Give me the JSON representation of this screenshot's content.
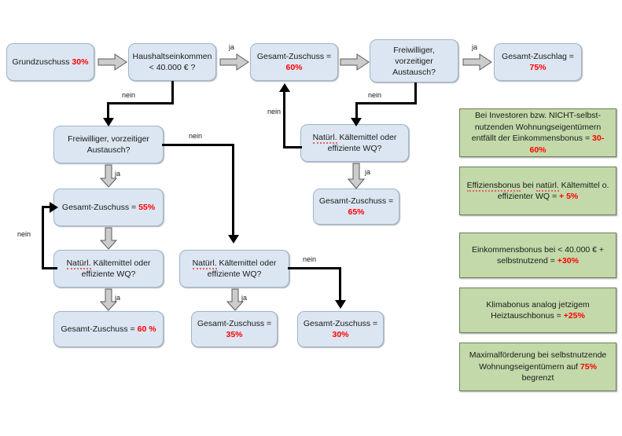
{
  "diagram": {
    "title": "Foerderung Flussdiagramm",
    "colors": {
      "node_fill": "#dce6f2",
      "node_border": "#9eb6cd",
      "note_fill": "#c3d9a9",
      "note_border": "#6f7f5c",
      "accent_red": "#ff0000",
      "connector": "#000000",
      "block_arrow": "#cccccc"
    },
    "nodes": {
      "grundzuschuss": {
        "line1_pre": "Grundzuschuss ",
        "line1_pct": "30%"
      },
      "haushaltseinkommen": {
        "line1": "Haushaltseinkommen",
        "line2": "< 40.000 € ?"
      },
      "gesamt60": {
        "line1": "Gesamt-Zuschuss =",
        "line2_pct": "60%"
      },
      "freiwillig_top": {
        "line1": "Freiwilliger,",
        "line2": "vorzeitiger",
        "line3": "Austausch?"
      },
      "zuschlag75": {
        "line1": "Gesamt-Zuschlag =",
        "line2_pct": "75%"
      },
      "kaeltemittel_right": {
        "line1a": "Natürl.",
        "line1b": " Kältemittel oder",
        "line2": "effiziente WQ?"
      },
      "gesamt65": {
        "line1": "Gesamt-Zuschuss =",
        "line2_pct": "65%"
      },
      "freiwillig_left": {
        "line1": "Freiwilliger, vorzeitiger",
        "line2": "Austausch?"
      },
      "gesamt55": {
        "line1_pre": "Gesamt-Zuschuss = ",
        "line1_pct": "55%"
      },
      "kaeltemittel_left": {
        "line1a": "Natürl.",
        "line1b": " Kältemittel oder",
        "line2": "effiziente WQ?"
      },
      "gesamt60b": {
        "line1_pre": "Gesamt-Zuschuss = ",
        "line1_pct": "60 %"
      },
      "kaeltemittel_mid": {
        "line1a": "Natürl.",
        "line1b": " Kältemittel oder",
        "line2": "effiziente WQ?"
      },
      "gesamt35": {
        "line1": "Gesamt-Zuschuss =",
        "line2_pct": "35%"
      },
      "gesamt30": {
        "line1": "Gesamt-Zuschuss =",
        "line2_pct": "30%"
      }
    },
    "edge_labels": {
      "ja_top1": "ja",
      "ja_top2": "ja",
      "nein_haushalt": "nein",
      "nein_freiwillig_top": "nein",
      "nein_kaeltemittel_right": "nein",
      "ja_kaeltemittel_right": "ja",
      "nein_freiwillig_left": "nein",
      "ja_freiwillig_left": "ja",
      "nein_kaeltemittel_left": "nein",
      "ja_kaeltemittel_left": "ja",
      "ja_kaeltemittel_mid": "ja",
      "nein_kaeltemittel_mid": "nein"
    },
    "notes": [
      {
        "id": "note-investoren",
        "line1": "Bei Investoren bzw. NICHT-selbst-",
        "line2": "nutzenden Wohnungseigentümern",
        "line3_pre": "entfällt der Einkommensbonus = ",
        "line3_pct": "30-60%"
      },
      {
        "id": "note-effizienzbonus",
        "line1a": "Effiziensbonus",
        "line1b": " bei ",
        "line1c": "natürl.",
        "line1d": " Kältemittel o.",
        "line2_pre": "effizienter WQ = ",
        "line2_pct": "+ 5%"
      },
      {
        "id": "note-einkommensbonus",
        "line1": "Einkommensbonus bei < 40.000 € +",
        "line2_pre": "selbstnutzend = ",
        "line2_pct": "+30%"
      },
      {
        "id": "note-klimabonus",
        "line1": "Klimabonus analog jetzigem",
        "line2_pre": "Heiztauschbonus = ",
        "line2_pct": "+25%"
      },
      {
        "id": "note-maximalfoerderung",
        "line1": "Maximalförderung bei selbstnutzende",
        "line2_pre": "Wohnungseigentümern auf ",
        "line2_pct": "75%",
        "line3": "begrenzt"
      }
    ]
  }
}
